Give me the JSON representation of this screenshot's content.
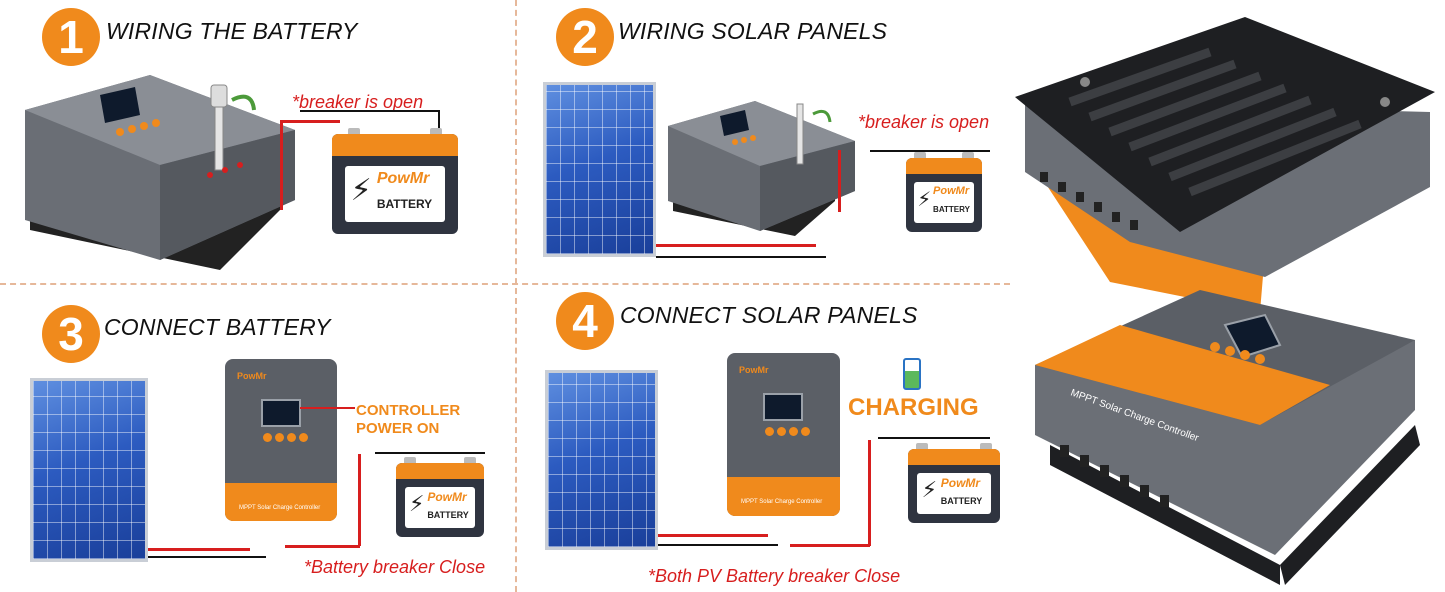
{
  "steps": [
    {
      "num": "1",
      "title": "WIRING THE BATTERY",
      "note": "*breaker is open"
    },
    {
      "num": "2",
      "title": "WIRING SOLAR PANELS",
      "note": "*breaker is open"
    },
    {
      "num": "3",
      "title": "CONNECT BATTERY",
      "note": "*Battery breaker Close",
      "status_line1": "CONTROLLER",
      "status_line2": "POWER ON"
    },
    {
      "num": "4",
      "title": "CONNECT SOLAR PANELS",
      "note": "*Both PV Battery breaker Close",
      "status": "CHARGING"
    }
  ],
  "battery": {
    "brand": "PowMr",
    "label": "BATTERY"
  },
  "controller": {
    "brand": "PowMr",
    "label": "MPPT Solar Charge Controller"
  },
  "colors": {
    "accent": "#f08a1c",
    "note_red": "#d71e1e",
    "panel_blue": "#2c5bc0"
  }
}
